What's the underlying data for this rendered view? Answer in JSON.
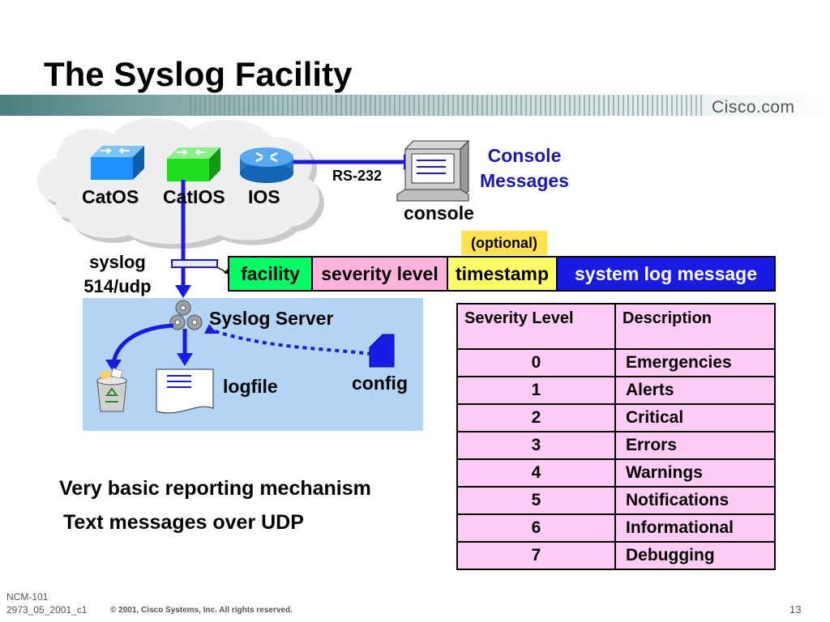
{
  "title": "The Syslog Facility",
  "brand": "Cisco.com",
  "devices": {
    "catos": "CatOS",
    "catios": "CatIOS",
    "ios": "IOS"
  },
  "link_label": "RS-232",
  "console_label": "console",
  "console_messages": "Console Messages",
  "syslog_port": "syslog 514/udp",
  "optional_tag": "(optional)",
  "message_format": {
    "facility": "facility",
    "severity": "severity level",
    "timestamp": "timestamp",
    "message": "system log message"
  },
  "server_label": "Syslog Server",
  "logfile_label": "logfile",
  "config_label": "config",
  "bullets": [
    "Very basic reporting mechanism",
    "Text messages over UDP"
  ],
  "severity_table": {
    "headers": [
      "Severity Level",
      "Description"
    ],
    "rows": [
      {
        "level": "0",
        "desc": "Emergencies"
      },
      {
        "level": "1",
        "desc": "Alerts"
      },
      {
        "level": "2",
        "desc": "Critical"
      },
      {
        "level": "3",
        "desc": "Errors"
      },
      {
        "level": "4",
        "desc": "Warnings"
      },
      {
        "level": "5",
        "desc": "Notifications"
      },
      {
        "level": "6",
        "desc": "Informational"
      },
      {
        "level": "7",
        "desc": "Debugging"
      }
    ]
  },
  "footer": {
    "course": "NCM-101",
    "code": "2973_05_2001_c1",
    "copyright": "© 2001, Cisco Systems, Inc. All rights reserved.",
    "page": "13"
  },
  "colors": {
    "accent_blue": "#1a1ae6",
    "server_panel": "#b3d4f5",
    "facility": "#00ff66",
    "severity": "#ffb3dd",
    "timestamp": "#ffff66",
    "optional": "#ffe34d",
    "table_bg": "#ffccf5",
    "switch_catos": "#1e90ff",
    "switch_catios": "#22dd22"
  }
}
